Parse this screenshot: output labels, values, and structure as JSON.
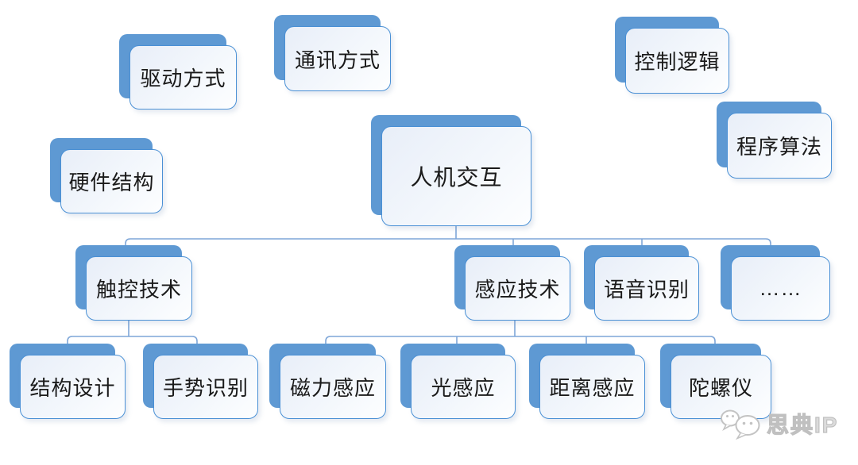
{
  "tree": {
    "root": "人机交互",
    "children": [
      {
        "label": "触控技术",
        "children": [
          {
            "label": "结构设计"
          },
          {
            "label": "手势识别"
          }
        ]
      },
      {
        "label": "感应技术",
        "children": [
          {
            "label": "磁力感应"
          },
          {
            "label": "光感应"
          },
          {
            "label": "距离感应"
          },
          {
            "label": "陀螺仪"
          }
        ]
      },
      {
        "label": "语音识别",
        "children": []
      },
      {
        "label": "……",
        "children": []
      }
    ]
  },
  "floating": [
    {
      "label": "驱动方式"
    },
    {
      "label": "通讯方式"
    },
    {
      "label": "控制逻辑"
    },
    {
      "label": "程序算法"
    },
    {
      "label": "硬件结构"
    }
  ],
  "watermark": {
    "text": "思典IP",
    "icon": "wechat-icon"
  },
  "colors": {
    "shadow_blue": "#5E99D3",
    "card_border": "#4A90D5",
    "connector": "#7EA6D8",
    "text": "#1A1A1A",
    "watermark_gray": "#C3C3C3"
  }
}
